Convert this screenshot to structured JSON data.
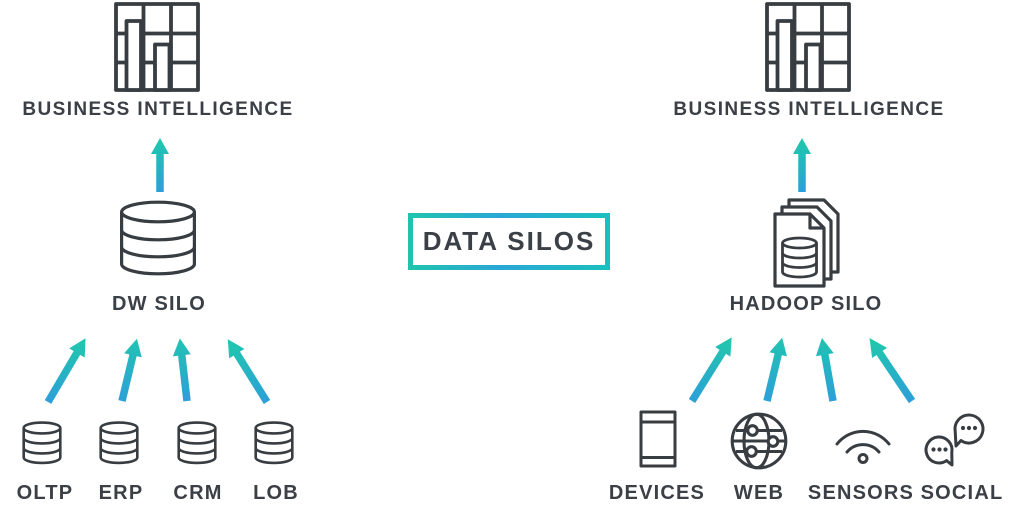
{
  "diagram": {
    "title": "DATA SILOS",
    "left_silo": {
      "bi_label": "BUSINESS INTELLIGENCE",
      "bi_icon": "bar-chart-dashboard-icon",
      "silo_label": "DW SILO",
      "silo_icon": "database-cylinder-icon",
      "sources": [
        {
          "label": "OLTP",
          "icon": "database-icon"
        },
        {
          "label": "ERP",
          "icon": "database-icon"
        },
        {
          "label": "CRM",
          "icon": "database-icon"
        },
        {
          "label": "LOB",
          "icon": "database-icon"
        }
      ]
    },
    "right_silo": {
      "bi_label": "BUSINESS INTELLIGENCE",
      "bi_icon": "bar-chart-dashboard-icon",
      "silo_label": "HADOOP SILO",
      "silo_icon": "documents-database-icon",
      "sources": [
        {
          "label": "DEVICES",
          "icon": "smartphone-icon"
        },
        {
          "label": "WEB",
          "icon": "globe-icon"
        },
        {
          "label": "SENSORS",
          "icon": "wifi-icon"
        },
        {
          "label": "SOCIAL",
          "icon": "chat-bubbles-icon"
        }
      ]
    },
    "colors": {
      "ink": "#3a4046",
      "arrow_top_teal": "#1fc9ac",
      "arrow_bottom_blue": "#2d9ed9",
      "box_border_teal": "#19c0bd"
    }
  }
}
